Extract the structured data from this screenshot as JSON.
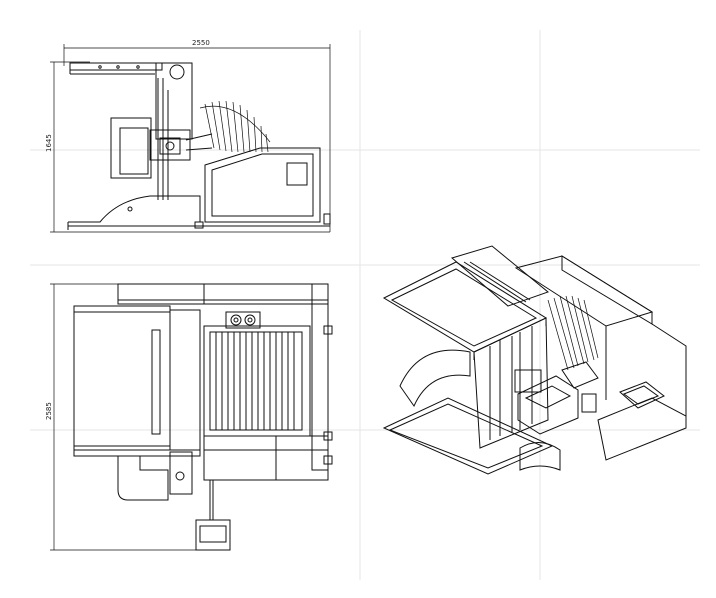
{
  "views": {
    "side": {
      "width_label": "2550",
      "height_label": "1645"
    },
    "top": {
      "height_label": "2585"
    },
    "isometric": {}
  },
  "colors": {
    "line": "#111111",
    "faint": "#dcdcdc",
    "background": "#ffffff"
  }
}
